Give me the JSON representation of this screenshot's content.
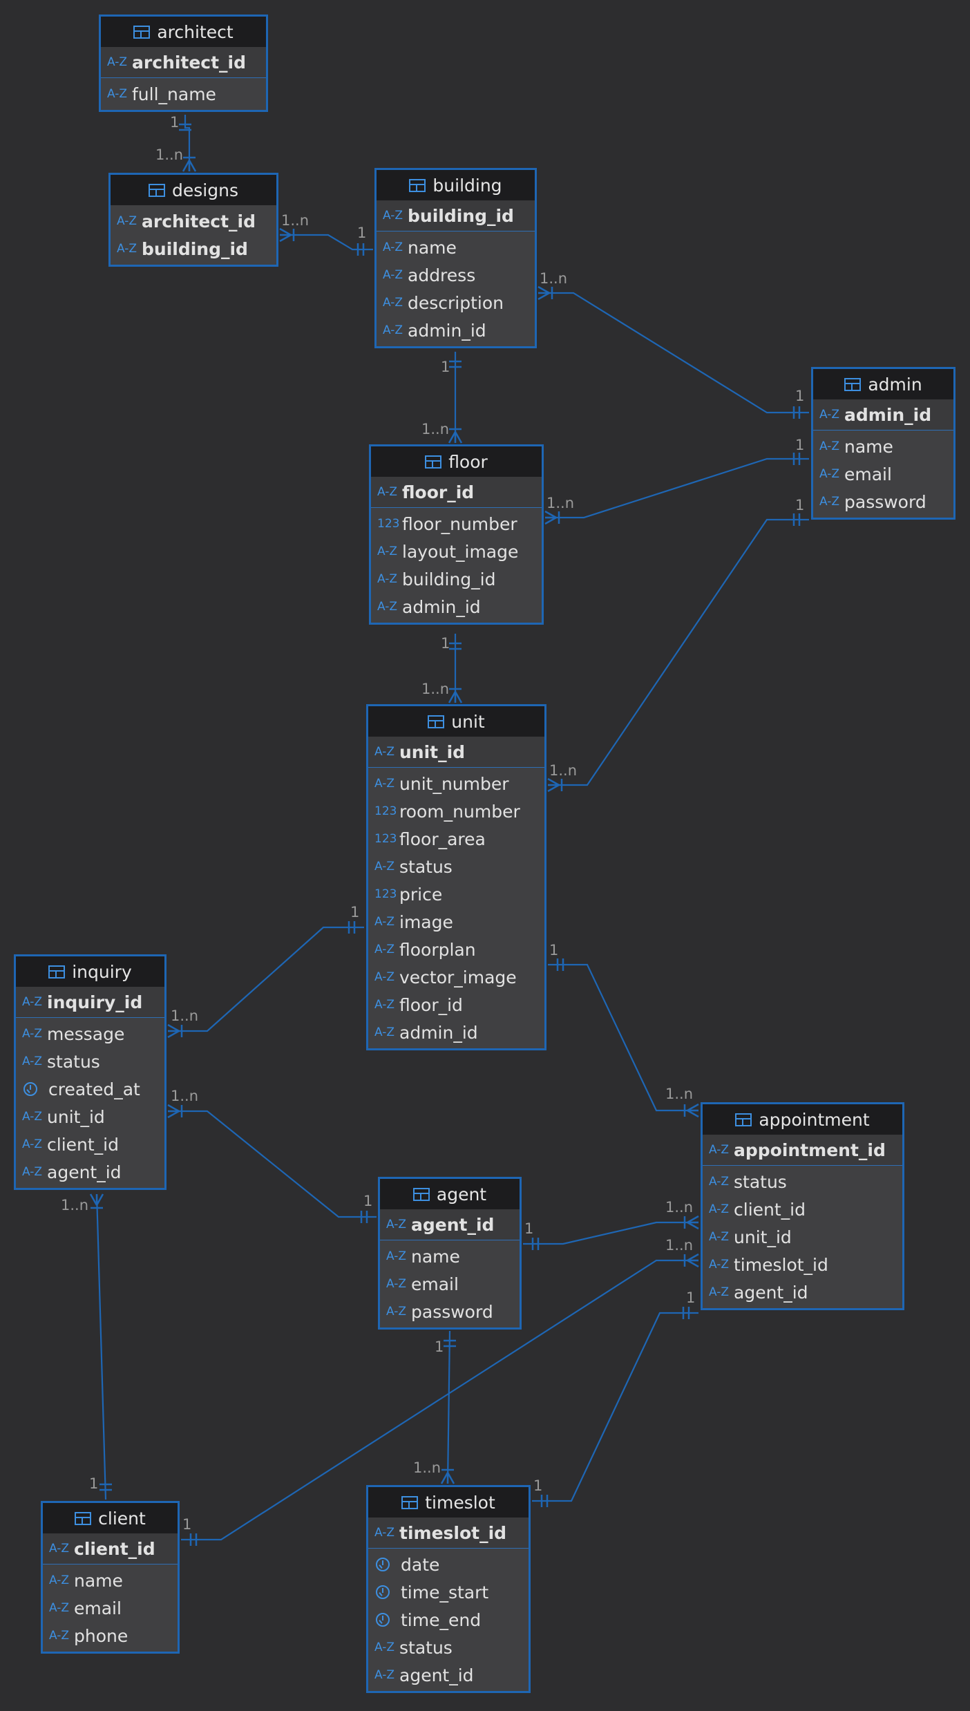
{
  "colors": {
    "background": "#2d2d2f",
    "accent": "#1e66b4",
    "header": "#1c1c1e",
    "table": "#404042"
  },
  "tables": [
    {
      "id": "architect",
      "name": "architect",
      "pk": {
        "type": "text",
        "name": "architect_id"
      },
      "columns": [
        {
          "type": "text",
          "name": "full_name"
        }
      ]
    },
    {
      "id": "designs",
      "name": "designs",
      "pk": null,
      "columns": [
        {
          "type": "text",
          "name": "architect_id",
          "bold": true
        },
        {
          "type": "text",
          "name": "building_id",
          "bold": true
        }
      ]
    },
    {
      "id": "building",
      "name": "building",
      "pk": {
        "type": "text",
        "name": "building_id"
      },
      "columns": [
        {
          "type": "text",
          "name": "name"
        },
        {
          "type": "text",
          "name": "address"
        },
        {
          "type": "text",
          "name": "description"
        },
        {
          "type": "text",
          "name": "admin_id"
        }
      ]
    },
    {
      "id": "admin",
      "name": "admin",
      "pk": {
        "type": "text",
        "name": "admin_id"
      },
      "columns": [
        {
          "type": "text",
          "name": "name"
        },
        {
          "type": "text",
          "name": "email"
        },
        {
          "type": "text",
          "name": "password"
        }
      ]
    },
    {
      "id": "floor",
      "name": "floor",
      "pk": {
        "type": "text",
        "name": "floor_id"
      },
      "columns": [
        {
          "type": "number",
          "name": "floor_number"
        },
        {
          "type": "text",
          "name": "layout_image"
        },
        {
          "type": "text",
          "name": "building_id"
        },
        {
          "type": "text",
          "name": "admin_id"
        }
      ]
    },
    {
      "id": "unit",
      "name": "unit",
      "pk": {
        "type": "text",
        "name": "unit_id"
      },
      "columns": [
        {
          "type": "text",
          "name": "unit_number"
        },
        {
          "type": "number",
          "name": "room_number"
        },
        {
          "type": "number",
          "name": "floor_area"
        },
        {
          "type": "text",
          "name": "status"
        },
        {
          "type": "number",
          "name": "price"
        },
        {
          "type": "text",
          "name": "image"
        },
        {
          "type": "text",
          "name": "floorplan"
        },
        {
          "type": "text",
          "name": "vector_image"
        },
        {
          "type": "text",
          "name": "floor_id"
        },
        {
          "type": "text",
          "name": "admin_id"
        }
      ]
    },
    {
      "id": "inquiry",
      "name": "inquiry",
      "pk": {
        "type": "text",
        "name": "inquiry_id"
      },
      "columns": [
        {
          "type": "text",
          "name": "message"
        },
        {
          "type": "text",
          "name": "status"
        },
        {
          "type": "datetime",
          "name": "created_at"
        },
        {
          "type": "text",
          "name": "unit_id"
        },
        {
          "type": "text",
          "name": "client_id"
        },
        {
          "type": "text",
          "name": "agent_id"
        }
      ]
    },
    {
      "id": "appointment",
      "name": "appointment",
      "pk": {
        "type": "text",
        "name": "appointment_id"
      },
      "columns": [
        {
          "type": "text",
          "name": "status"
        },
        {
          "type": "text",
          "name": "client_id"
        },
        {
          "type": "text",
          "name": "unit_id"
        },
        {
          "type": "text",
          "name": "timeslot_id"
        },
        {
          "type": "text",
          "name": "agent_id"
        }
      ]
    },
    {
      "id": "agent",
      "name": "agent",
      "pk": {
        "type": "text",
        "name": "agent_id"
      },
      "columns": [
        {
          "type": "text",
          "name": "name"
        },
        {
          "type": "text",
          "name": "email"
        },
        {
          "type": "text",
          "name": "password"
        }
      ]
    },
    {
      "id": "client",
      "name": "client",
      "pk": {
        "type": "text",
        "name": "client_id"
      },
      "columns": [
        {
          "type": "text",
          "name": "name"
        },
        {
          "type": "text",
          "name": "email"
        },
        {
          "type": "text",
          "name": "phone"
        }
      ]
    },
    {
      "id": "timeslot",
      "name": "timeslot",
      "pk": {
        "type": "text",
        "name": "timeslot_id"
      },
      "columns": [
        {
          "type": "datetime",
          "name": "date"
        },
        {
          "type": "datetime",
          "name": "time_start"
        },
        {
          "type": "datetime",
          "name": "time_end"
        },
        {
          "type": "text",
          "name": "status"
        },
        {
          "type": "text",
          "name": "agent_id"
        }
      ]
    }
  ],
  "relationships": [
    {
      "id": "architect-designs",
      "from": "architect",
      "to": "designs",
      "one_label": "1",
      "many_label": "1..n"
    },
    {
      "id": "building-designs",
      "from": "building",
      "to": "designs",
      "one_label": "1",
      "many_label": "1..n"
    },
    {
      "id": "admin-building",
      "from": "admin",
      "to": "building",
      "one_label": "1",
      "many_label": "1..n"
    },
    {
      "id": "building-floor",
      "from": "building",
      "to": "floor",
      "one_label": "1",
      "many_label": "1..n"
    },
    {
      "id": "admin-floor",
      "from": "admin",
      "to": "floor",
      "one_label": "1",
      "many_label": "1..n"
    },
    {
      "id": "admin-unit",
      "from": "admin",
      "to": "unit",
      "one_label": "1",
      "many_label": "1..n"
    },
    {
      "id": "floor-unit",
      "from": "floor",
      "to": "unit",
      "one_label": "1",
      "many_label": "1..n"
    },
    {
      "id": "unit-inquiry",
      "from": "unit",
      "to": "inquiry",
      "one_label": "1",
      "many_label": "1..n"
    },
    {
      "id": "unit-appointment",
      "from": "unit",
      "to": "appointment",
      "one_label": "1",
      "many_label": "1..n"
    },
    {
      "id": "agent-inquiry",
      "from": "agent",
      "to": "inquiry",
      "one_label": "1",
      "many_label": "1..n"
    },
    {
      "id": "agent-appointment",
      "from": "agent",
      "to": "appointment",
      "one_label": "1",
      "many_label": "1..n"
    },
    {
      "id": "client-appointment",
      "from": "client",
      "to": "appointment",
      "one_label": "1",
      "many_label": "1..n"
    },
    {
      "id": "timeslot-appointment",
      "from": "timeslot",
      "to": "appointment",
      "one_label": "1",
      "many_label": "1"
    },
    {
      "id": "client-inquiry",
      "from": "client",
      "to": "inquiry",
      "one_label": "1",
      "many_label": "1..n"
    },
    {
      "id": "agent-timeslot",
      "from": "agent",
      "to": "timeslot",
      "one_label": "1",
      "many_label": "1..n"
    }
  ]
}
